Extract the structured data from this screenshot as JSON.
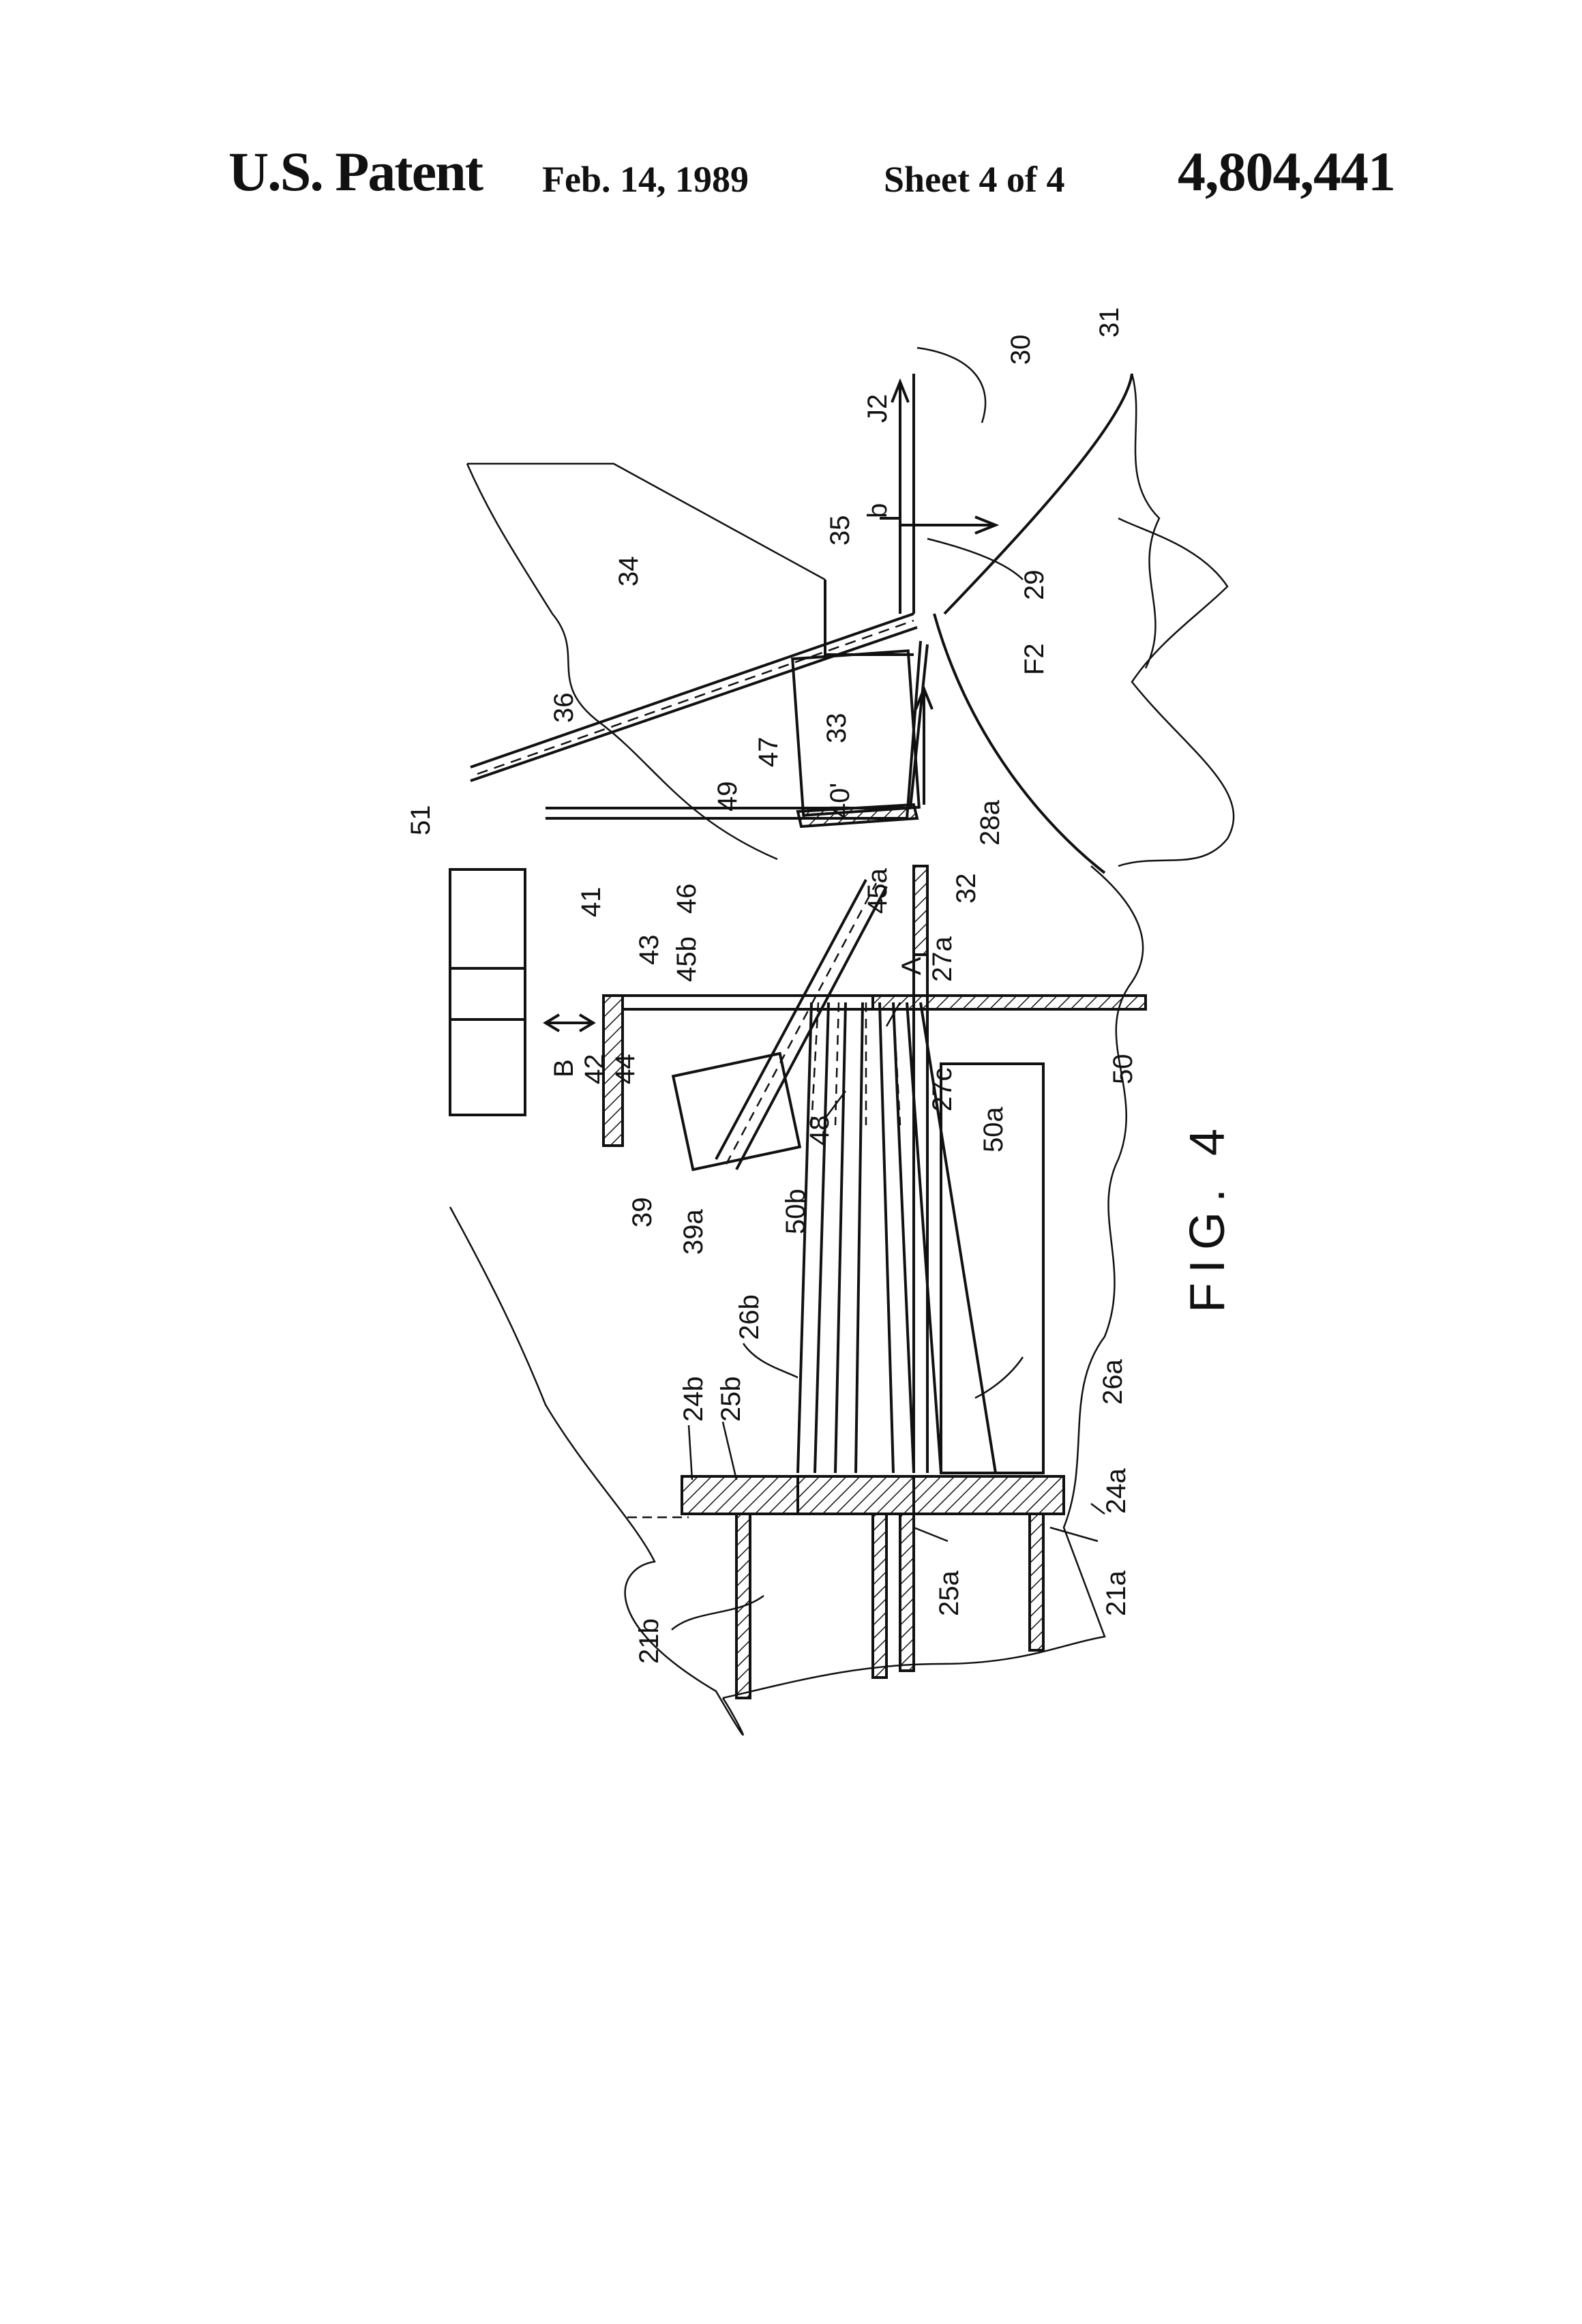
{
  "header": {
    "left": "U.S. Patent",
    "date": "Feb. 14, 1989",
    "sheet": "Sheet 4 of 4",
    "number": "4,804,441"
  },
  "figure": {
    "caption": "FIG. 4",
    "labels": [
      "21b",
      "24b",
      "25b",
      "26b",
      "39",
      "39a",
      "50b",
      "48",
      "B",
      "42",
      "44",
      "43",
      "45b",
      "46",
      "49",
      "47",
      "41",
      "51",
      "36",
      "34",
      "35",
      "33",
      "40'",
      "45a",
      "A",
      "27a",
      "27c",
      "28a",
      "32",
      "50",
      "50a",
      "29",
      "F2",
      "J2",
      "b",
      "30",
      "31",
      "26a",
      "24a",
      "25a",
      "21a"
    ]
  },
  "colors": {
    "ink": "#111111",
    "paper": "#ffffff"
  }
}
